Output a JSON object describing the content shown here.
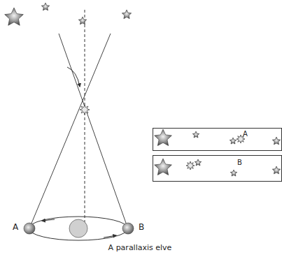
{
  "diagram": {
    "caption": "A parallaxis elve",
    "nodes": [
      {
        "text": [
          "A"
        ]
      },
      {
        "text": [
          "B"
        ]
      }
    ],
    "labels": [
      "A",
      "B"
    ]
  }
}
